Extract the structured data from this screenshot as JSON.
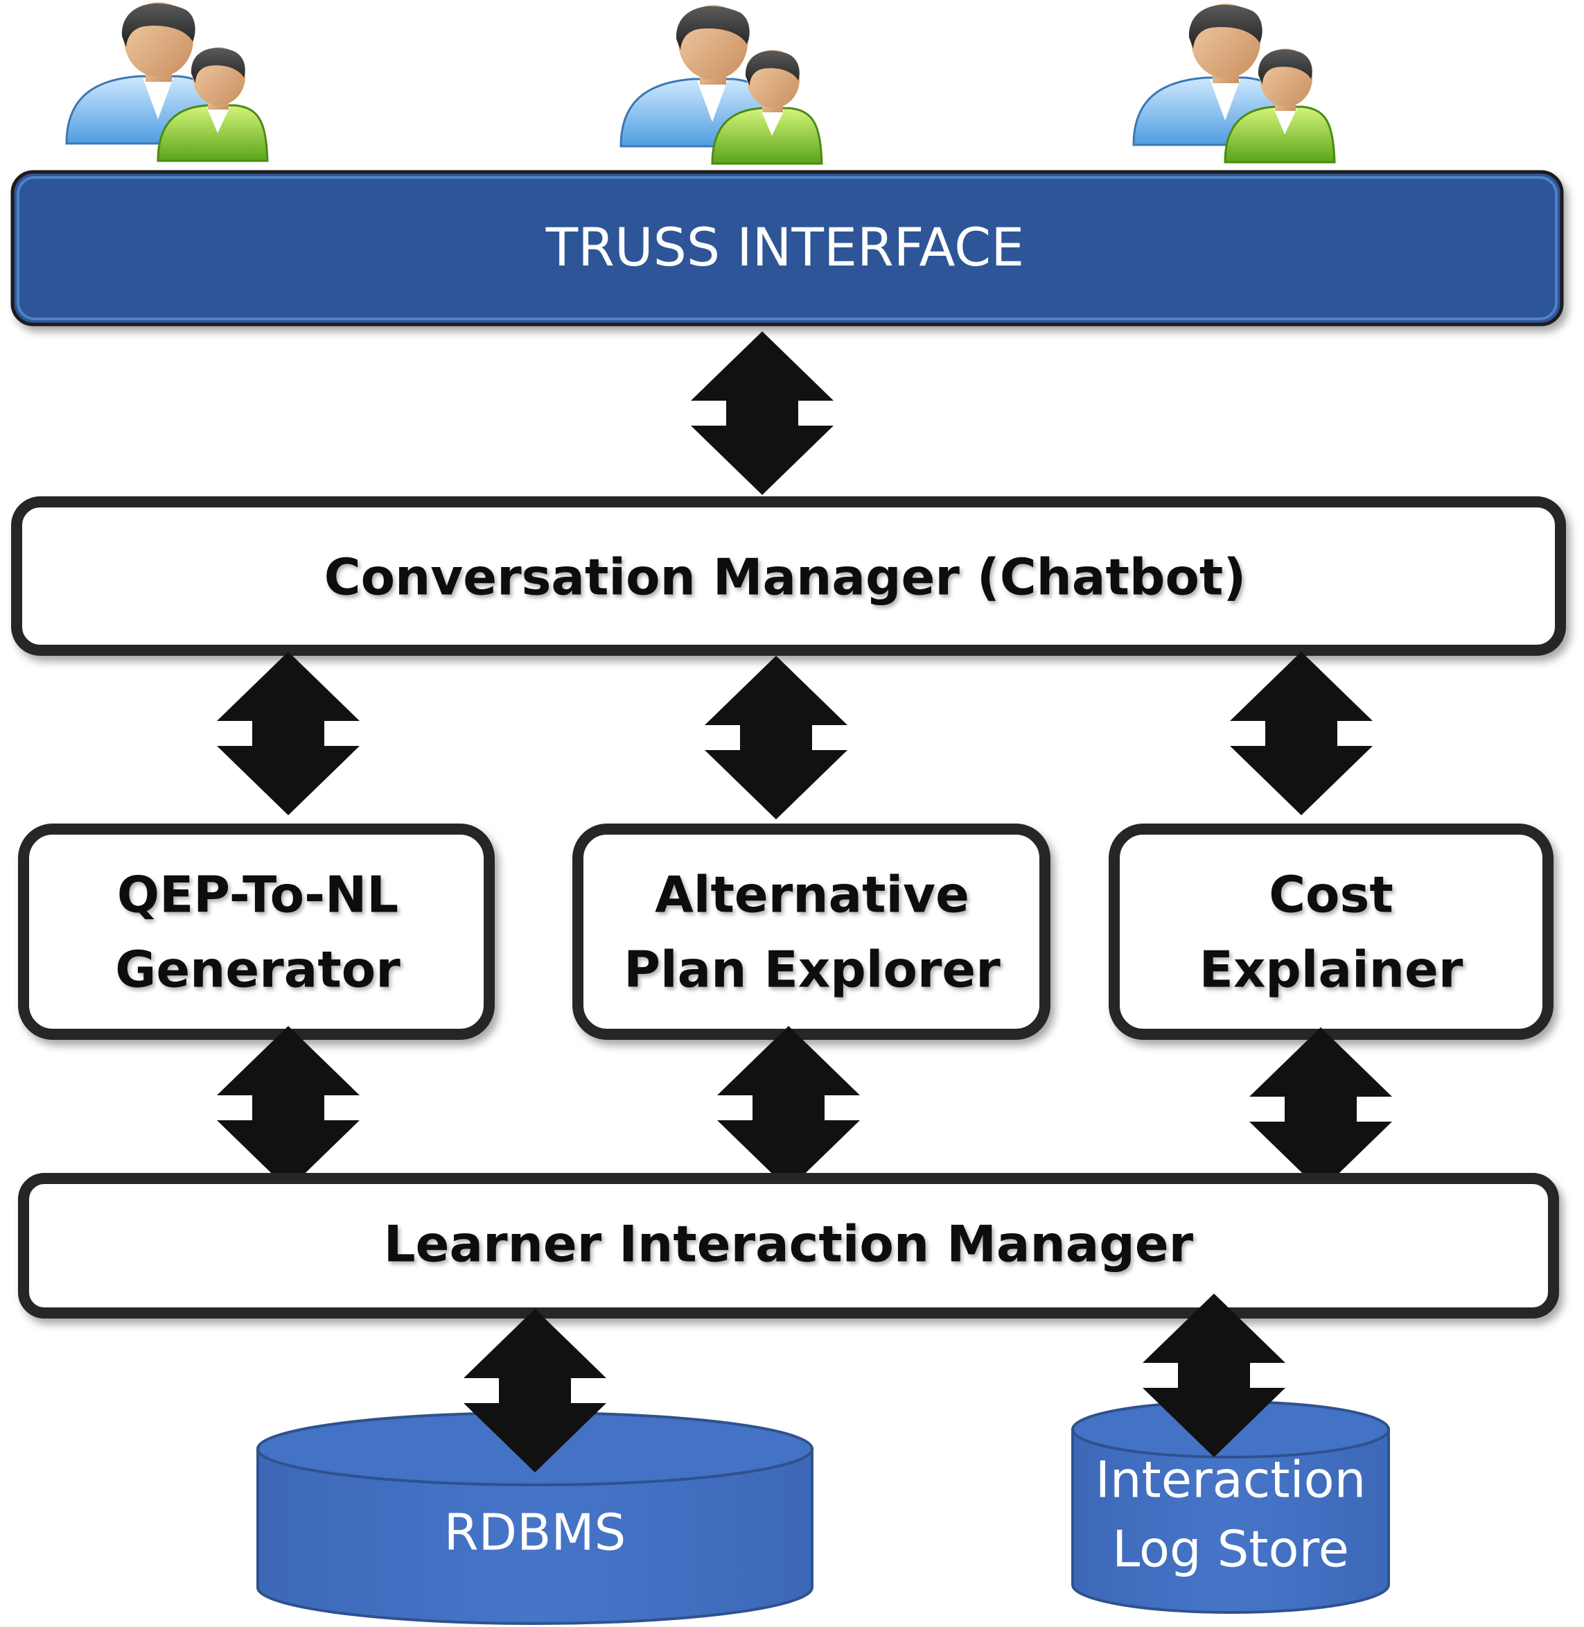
{
  "colors": {
    "interface_fill": "#2f5597",
    "interface_border": "#4f81c7",
    "box_border": "#262626",
    "arrow": "#111111",
    "db_fill": "#4472c4",
    "db_edge": "#2f528f",
    "text_dark": "#111111",
    "text_light": "#ffffff"
  },
  "icons": [
    "users-icon",
    "users-icon",
    "users-icon",
    "double-arrow-icon",
    "database-icon"
  ],
  "interface": {
    "label": "TRUSS INTERFACE"
  },
  "conversation_manager": {
    "label": "Conversation Manager (Chatbot)"
  },
  "modules": [
    {
      "line1": "QEP-To-NL",
      "line2": "Generator"
    },
    {
      "line1": "Alternative",
      "line2": "Plan Explorer"
    },
    {
      "line1": "Cost",
      "line2": "Explainer"
    }
  ],
  "learner_manager": {
    "label": "Learner Interaction Manager"
  },
  "stores": [
    {
      "line1": "RDBMS"
    },
    {
      "line1": "Interaction",
      "line2": "Log Store"
    }
  ]
}
